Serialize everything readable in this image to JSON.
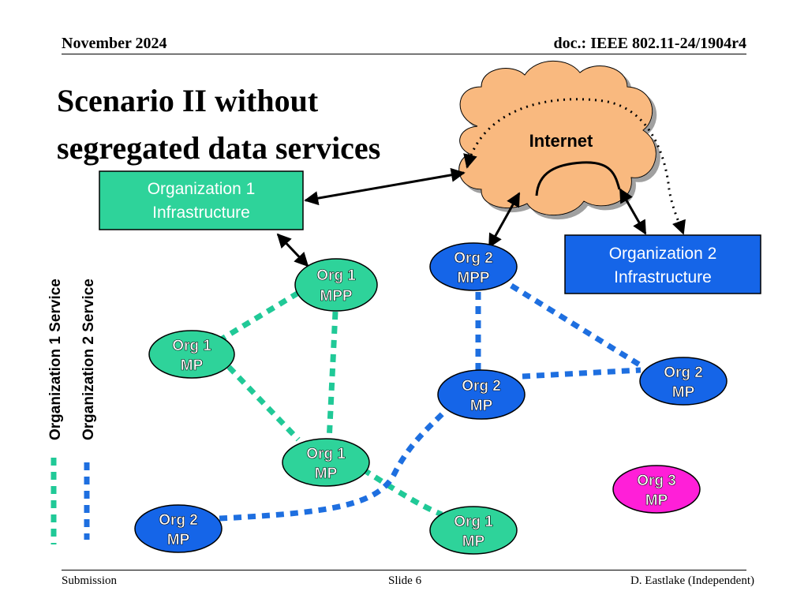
{
  "header": {
    "date": "November 2024",
    "doc": "doc.: IEEE 802.11-24/1904r4"
  },
  "title": "Scenario II without segregated data services",
  "footer": {
    "left": "Submission",
    "center": "Slide 6",
    "right": "D. Eastlake (Independent)"
  },
  "colors": {
    "org1": "#20c997",
    "org1_fill": "#2ed39a",
    "org2": "#1e6fe0",
    "org2_fill": "#1565e8",
    "org3_fill": "#ff1fd8",
    "cloud": "#f9b97f"
  },
  "cloud_label": "Internet",
  "boxes": {
    "org1_infra": {
      "line1": "Organization 1",
      "line2": "Infrastructure"
    },
    "org2_infra": {
      "line1": "Organization 2",
      "line2": "Infrastructure"
    }
  },
  "nodes": {
    "org1_mpp": {
      "line1": "Org 1",
      "line2": "MPP"
    },
    "org2_mpp": {
      "line1": "Org 2",
      "line2": "MPP"
    },
    "org1_mp_a": {
      "line1": "Org 1",
      "line2": "MP"
    },
    "org1_mp_b": {
      "line1": "Org 1",
      "line2": "MP"
    },
    "org1_mp_c": {
      "line1": "Org 1",
      "line2": "MP"
    },
    "org2_mp_a": {
      "line1": "Org 2",
      "line2": "MP"
    },
    "org2_mp_b": {
      "line1": "Org 2",
      "line2": "MP"
    },
    "org2_mp_c": {
      "line1": "Org 2",
      "line2": "MP"
    },
    "org3_mp": {
      "line1": "Org 3",
      "line2": "MP"
    }
  },
  "legend": {
    "org1": "Organization 1 Service",
    "org2": "Organization 2 Service"
  }
}
